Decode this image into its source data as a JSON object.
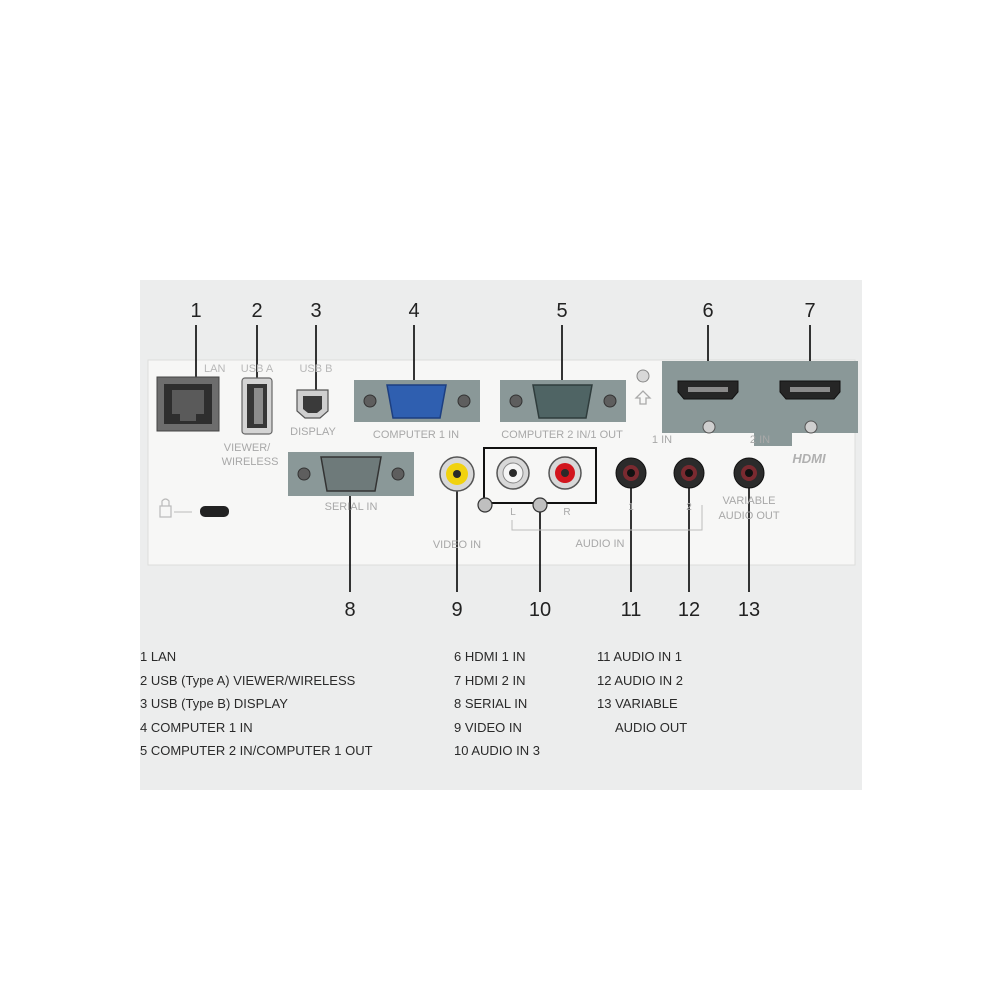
{
  "callouts": [
    "1",
    "2",
    "3",
    "4",
    "5",
    "6",
    "7",
    "8",
    "9",
    "10",
    "11",
    "12",
    "13"
  ],
  "panel_labels": {
    "lan": "LAN",
    "usb_a": "USB A",
    "usb_b": "USB B",
    "viewer": "VIEWER/",
    "wireless": "WIRELESS",
    "display": "DISPLAY",
    "computer1": "COMPUTER 1 IN",
    "computer2": "COMPUTER 2 IN/1 OUT",
    "serial": "SERIAL IN",
    "video": "VIDEO IN",
    "audio": "AUDIO IN",
    "channel_l": "L",
    "channel_r": "R",
    "audio_num_1": "1",
    "audio_num_2": "2",
    "variable": "VARIABLE",
    "audio_out": "AUDIO OUT",
    "hdmi_1in": "1 IN",
    "hdmi_2in": "2 IN",
    "hdmi_logo": "HDMI"
  },
  "legend": {
    "col1": [
      "1 LAN",
      "2 USB (Type A) VIEWER/WIRELESS",
      "3 USB (Type B) DISPLAY",
      "4 COMPUTER 1 IN",
      "5 COMPUTER 2 IN/COMPUTER 1 OUT"
    ],
    "col2": [
      "6 HDMI 1 IN",
      "7 HDMI 2 IN",
      "8 SERIAL IN",
      "9 VIDEO IN",
      "10 AUDIO IN 3"
    ],
    "col3": [
      "11 AUDIO IN 1",
      "12 AUDIO IN 2",
      "13 VARIABLE",
      "AUDIO OUT"
    ]
  },
  "colors": {
    "frame": "#eceded",
    "panel": "#f7f7f6",
    "port_plate": "#8a9898",
    "vga_blue": "#2f5fb0",
    "rca_yellow": "#f1d20e",
    "rca_red": "#d2151d",
    "rca_white": "#f4f4f4"
  }
}
